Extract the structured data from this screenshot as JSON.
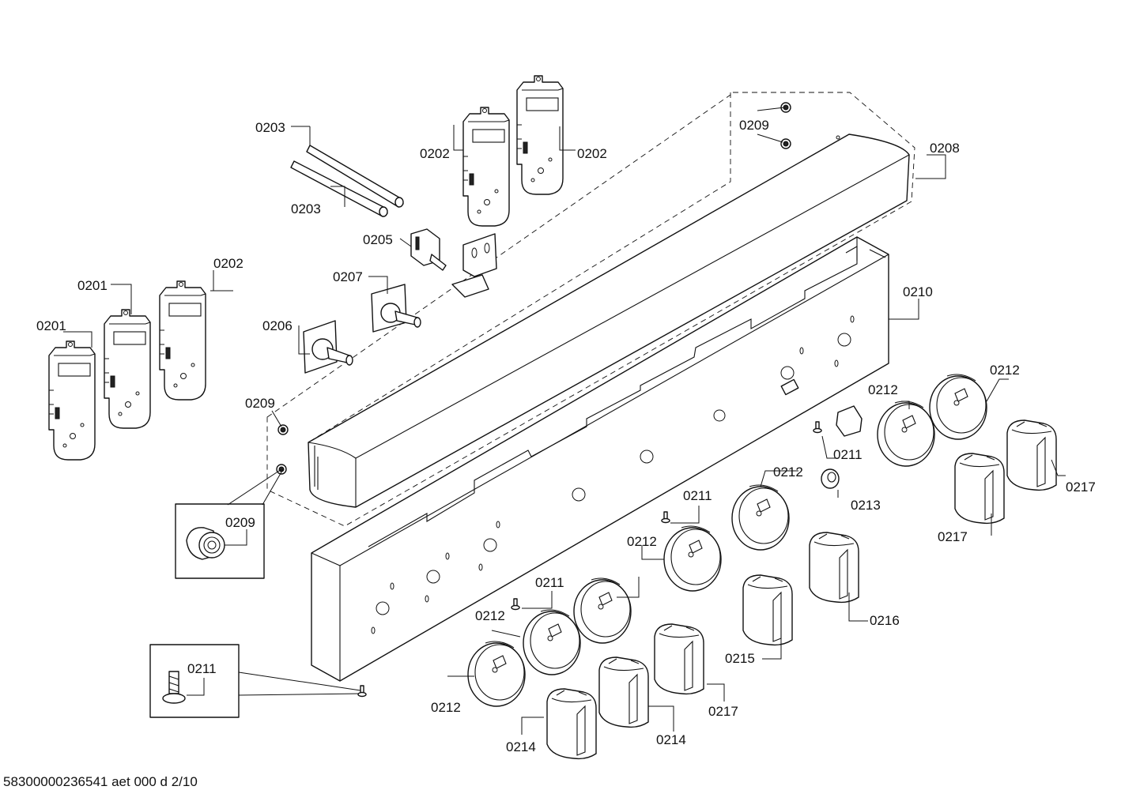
{
  "document_id": "58300000236541 aet 000 d 2/10",
  "labels": {
    "l0201a": "0201",
    "l0201b": "0201",
    "l0202a": "0202",
    "l0202b": "0202",
    "l0202c": "0202",
    "l0203a": "0203",
    "l0203b": "0203",
    "l0205": "0205",
    "l0206": "0206",
    "l0207": "0207",
    "l0208": "0208",
    "l0209a": "0209",
    "l0209b": "0209",
    "l0209c": "0209",
    "l0210": "0210",
    "l0211a": "0211",
    "l0211b": "0211",
    "l0211c": "0211",
    "l0211d": "0211",
    "l0212a": "0212",
    "l0212b": "0212",
    "l0212c": "0212",
    "l0212d": "0212",
    "l0212e": "0212",
    "l0212f": "0212",
    "l0213": "0213",
    "l0214a": "0214",
    "l0214b": "0214",
    "l0215": "0215",
    "l0216": "0216",
    "l0217a": "0217",
    "l0217b": "0217",
    "l0217c": "0217"
  }
}
